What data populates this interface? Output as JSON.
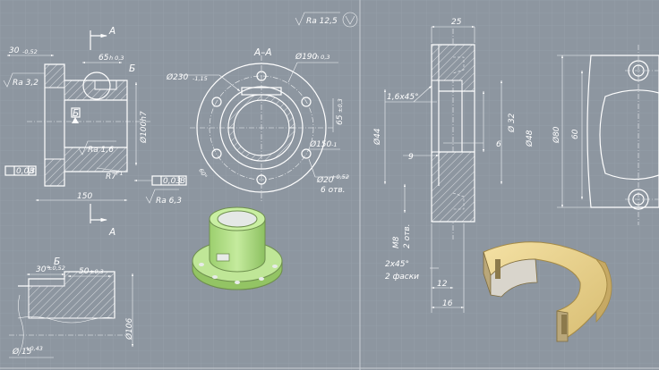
{
  "labels": {
    "dim_30": "30",
    "tol_30": "-0,52",
    "ra_32": "Ra 3,2",
    "label_a_top": "А",
    "dim_65": "65",
    "tol_65": "h 0,3",
    "label_b_cut": "Б",
    "label_b_box": "Б",
    "dim_100": "Ø100h7",
    "ra_16": "Ra 1,6",
    "tol_003a": "0,03",
    "datum_a": "В",
    "dim_r7": "R7",
    "tol_r7": "+1",
    "tol_003b": "0,03",
    "datum_b": "В",
    "dim_150_left": "150",
    "ra_63": "Ra 6,3",
    "label_a_bottom": "А",
    "ra_125": "Ra 12,5",
    "section_aa": "А–А",
    "dim_230": "Ø230",
    "tol_230": "-1,15",
    "dim_190": "Ø190",
    "tol_190": "h 0,3",
    "dim_65_rot": "65",
    "tol_65_rot": "±0,3",
    "dim_150_circle": "Ø150",
    "tol_150_circle": "-1",
    "dim_20": "Ø20",
    "tol_20": "+0,52",
    "holes_6": "6 отв.",
    "angle_60": "60°",
    "label_b_detail": "Б",
    "dim_30_b": "30°",
    "tol_30_b": "±0,52",
    "dim_50": "50",
    "tol_50": "±0,3",
    "dim_106": "Ø106",
    "dim_15": "Ø 15",
    "tol_15": "+0,43",
    "dim_25": "25",
    "chamfer_16": "1,6x45°",
    "dim_44": "Ø44",
    "dim_32": "Ø 32",
    "dim_48": "Ø48",
    "dim_6": "6",
    "dim_9": "9",
    "dim_m8": "M8",
    "holes_2": "2 отв.",
    "chamfer_2": "2x45°",
    "chamfers_2": "2 фаски",
    "dim_12": "12",
    "dim_16": "16",
    "dim_80": "Ø80",
    "dim_60": "60"
  },
  "colors": {
    "background": "#8d96a0",
    "grid": "#9aa3ad",
    "line": "#ffffff",
    "part_green": "#b5e08c",
    "part_yellow": "#ecd590"
  }
}
